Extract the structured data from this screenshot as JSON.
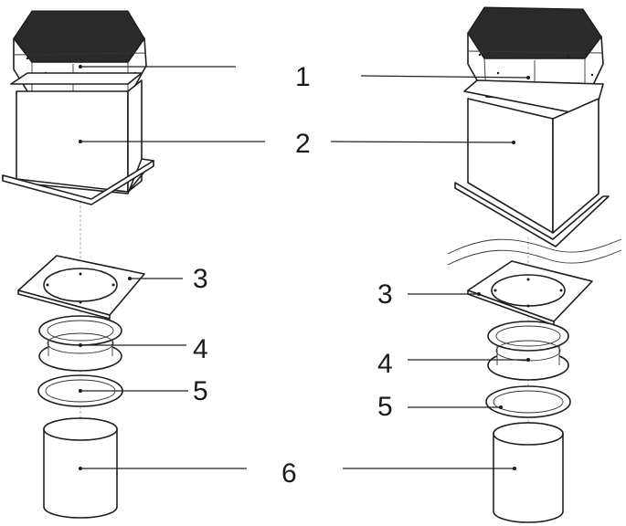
{
  "labels": {
    "l1": "1",
    "l2": "2",
    "l3_left": "3",
    "l3_right": "3",
    "l4_left": "4",
    "l4_right": "4",
    "l5_left": "5",
    "l5_right": "5",
    "l6": "6"
  }
}
